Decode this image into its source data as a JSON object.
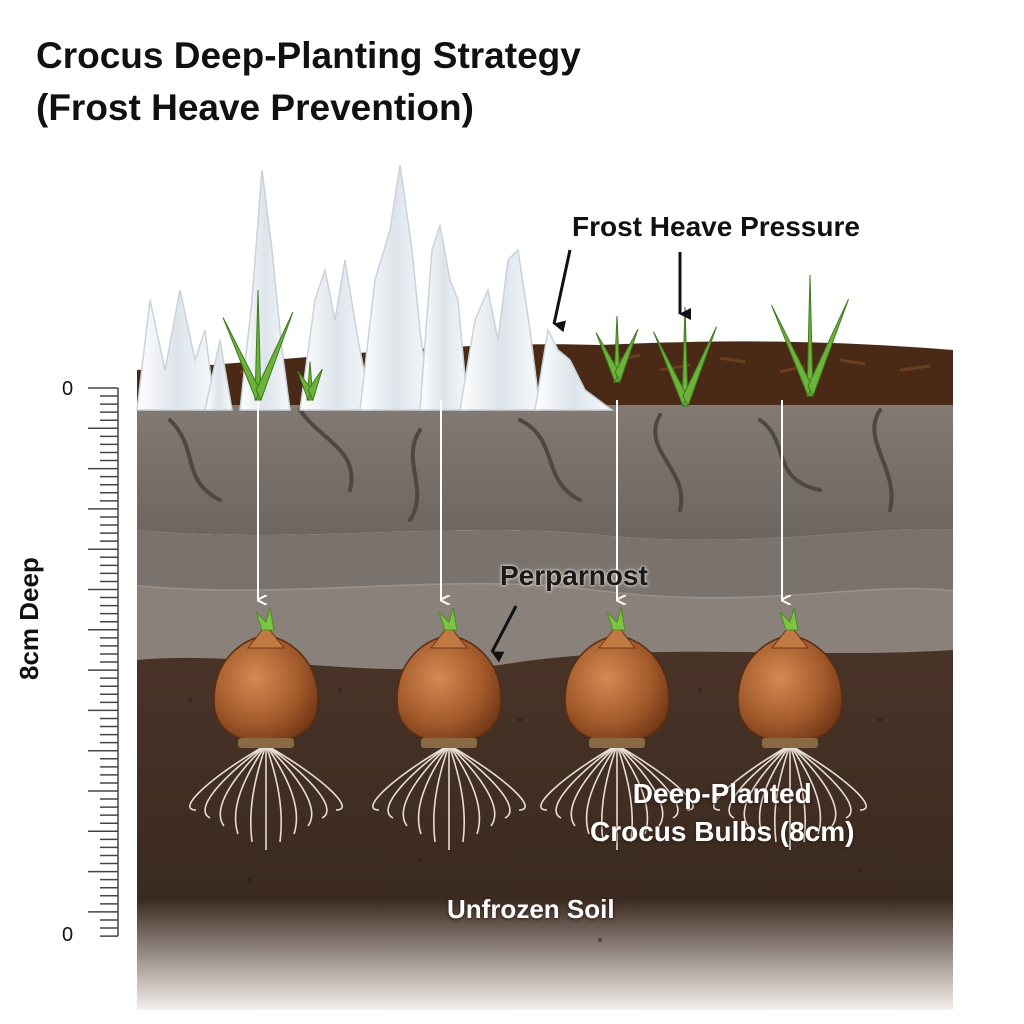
{
  "title": {
    "line1": "Crocus Deep-Planting Strategy",
    "line2": "(Frost Heave Prevention)"
  },
  "labels": {
    "frost_heave": "Frost Heave Pressure",
    "permafrost": "Perparnost",
    "bulbs_line1": "Deep-Planted",
    "bulbs_line2": "Crocus Bulbs (8cm)",
    "unfrozen_soil": "Unfrozen Soil"
  },
  "depth_scale": {
    "axis_label": "8cm Deep",
    "top_tick": "0",
    "bottom_tick": "0"
  },
  "colors": {
    "mulch": "#4a2a17",
    "frozen_soil": "#77706a",
    "permafrost_band": "#8a817a",
    "unfrozen_soil": "#3f2c22",
    "ice": "#eef2f5",
    "bulb": "#a45b2c",
    "shoot": "#6bb33a",
    "arrow": "#ffffff"
  },
  "icons": {
    "bulb": "crocus-bulb-icon",
    "ice": "ice-crystal-icon",
    "shoot": "green-shoot-icon"
  }
}
